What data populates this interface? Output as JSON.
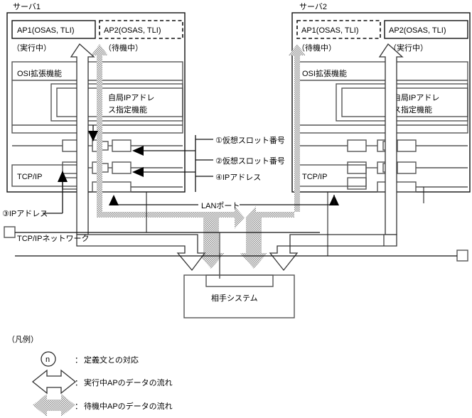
{
  "diagram": {
    "title_alt": "サーバ冗長構成におけるIPアドレス／仮想スロット番号の指定",
    "servers": [
      {
        "id": "server1",
        "label": "サーバ1",
        "ap_left": {
          "label": "AP1(OSAS, TLI)",
          "state": "（実行中）",
          "style": "solid"
        },
        "ap_right": {
          "label": "AP2(OSAS, TLI)",
          "state": "（待機中）",
          "style": "dashed"
        },
        "osi_label": "OSI拡張機能",
        "own_ip_label": "自局IPアドレス\n指定機能",
        "own_ip_line1": "自局IPアドレ",
        "own_ip_line2": "ス指定機能",
        "tcpip_label": "TCP/IP"
      },
      {
        "id": "server2",
        "label": "サーバ2",
        "ap_left": {
          "label": "AP1(OSAS, TLI)",
          "state": "（待機中）",
          "style": "dashed"
        },
        "ap_right": {
          "label": "AP2(OSAS, TLI)",
          "state": "（実行中）",
          "style": "solid"
        },
        "osi_label": "OSI拡張機能",
        "own_ip_line1": "自局IPアドレ",
        "own_ip_line2": "ス指定機能",
        "tcpip_label": "TCP/IP"
      }
    ],
    "callouts": [
      {
        "id": "callout-1",
        "marker": "①",
        "text": "仮想スロット番号",
        "full": "①仮想スロット番号"
      },
      {
        "id": "callout-2",
        "marker": "②",
        "text": "仮想スロット番号",
        "full": "②仮想スロット番号"
      },
      {
        "id": "callout-4",
        "marker": "④",
        "text": "IPアドレス",
        "full": "④IPアドレス"
      },
      {
        "id": "callout-3",
        "marker": "③",
        "text": "IPアドレス",
        "full": "③IPアドレス"
      }
    ],
    "lan_port_label": "LANポート",
    "network_label": "TCP/IPネットワーク",
    "peer_system_label": "相手システム",
    "legend": {
      "title": "（凡例）",
      "items": [
        {
          "symbol": "circled-n",
          "symbol_text": "n",
          "separator": "：",
          "text": "定義文との対応"
        },
        {
          "symbol": "double-arrow-hollow",
          "separator": "：",
          "text": "実行中APのデータの流れ"
        },
        {
          "symbol": "double-arrow-dotted",
          "separator": "：",
          "text": "待機中APのデータの流れ"
        }
      ]
    },
    "colors": {
      "line_grey": "#555555",
      "line_black": "#111111",
      "background": "#ffffff",
      "dotted_fill": "#9a9a9a"
    }
  }
}
